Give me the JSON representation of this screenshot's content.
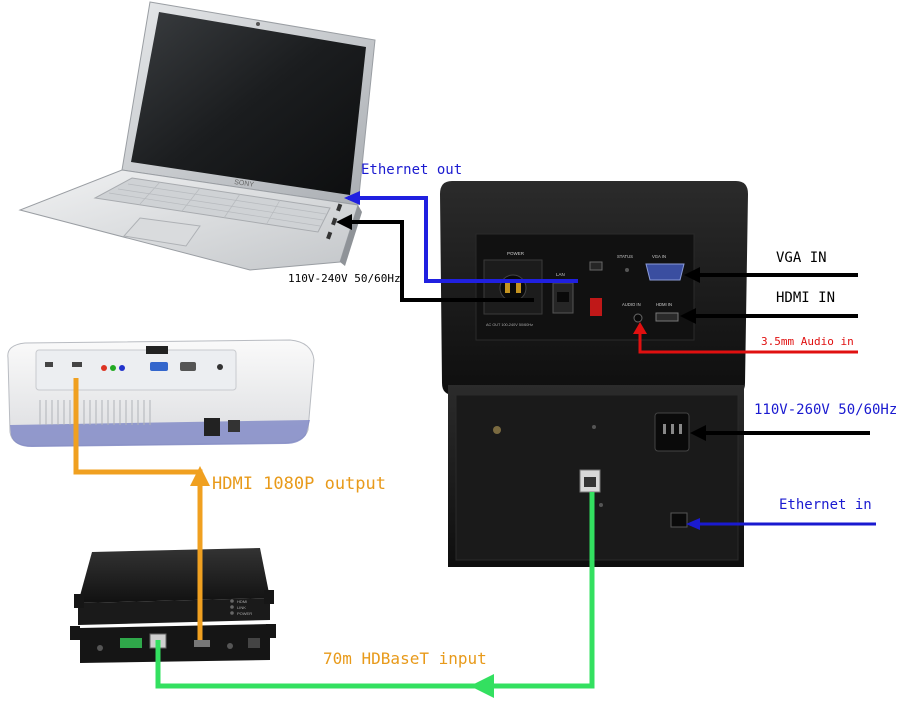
{
  "labels": {
    "ethernet_out": "Ethernet out",
    "power_110_240": "110V-240V 50/60Hz",
    "vga_in": "VGA IN",
    "hdmi_in": "HDMI IN",
    "audio_in": "3.5mm Audio in",
    "power_110_260": "110V-260V 50/60Hz",
    "ethernet_in": "Ethernet in",
    "hdmi_output": "HDMI 1080P output",
    "hdbaset_input": "70m HDBaseT input"
  },
  "panel_text": {
    "power": "POWER",
    "lan": "LAN",
    "status": "STATUS",
    "vga_in": "VGA IN",
    "audio_in": "AUDIO IN",
    "hdmi_in": "HDMI IN",
    "rating": "AC OUT 100-240V 50/60Hz"
  },
  "laptop_brand": "SONY",
  "receiver_leds": [
    "HDMI",
    "LINK",
    "POWER"
  ],
  "colors": {
    "ethernet": "#2020e0",
    "power": "#000000",
    "audio": "#e01010",
    "hdmi_output": "#f0a020",
    "hdbaset": "#33e060",
    "label_orange": "#e89a1a",
    "label_red": "#e01010",
    "label_blue": "#1a1ad0"
  }
}
